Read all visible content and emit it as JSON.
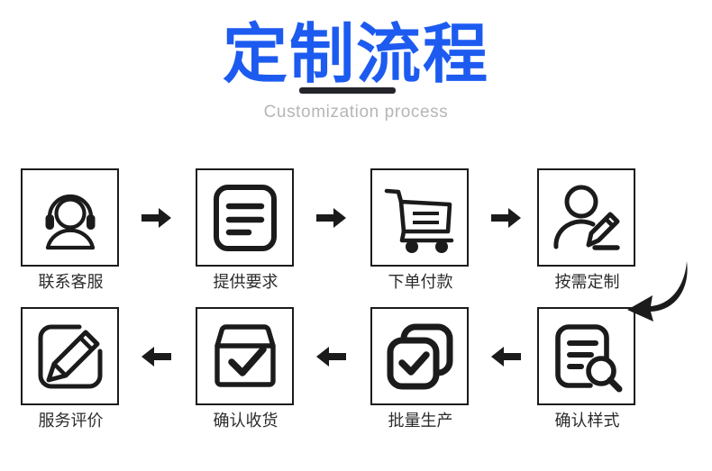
{
  "header": {
    "title": "定制流程",
    "subtitle": "Customization process",
    "title_color": "#1d5bf0",
    "underline_color": "#24242b",
    "subtitle_color": "#b6b6b6"
  },
  "flow": {
    "steps": [
      {
        "id": "contact-service",
        "label": "联系客服",
        "icon": "headset-person-icon",
        "row": 1,
        "col": 1
      },
      {
        "id": "provide-requirements",
        "label": "提供要求",
        "icon": "document-lines-icon",
        "row": 1,
        "col": 2
      },
      {
        "id": "place-order-pay",
        "label": "下单付款",
        "icon": "shopping-cart-icon",
        "row": 1,
        "col": 3
      },
      {
        "id": "custom-on-demand",
        "label": "按需定制",
        "icon": "person-pencil-icon",
        "row": 1,
        "col": 4
      },
      {
        "id": "service-review",
        "label": "服务评价",
        "icon": "pencil-edit-square-icon",
        "row": 2,
        "col": 1
      },
      {
        "id": "confirm-receipt",
        "label": "确认收货",
        "icon": "box-check-icon",
        "row": 2,
        "col": 2
      },
      {
        "id": "mass-production",
        "label": "批量生产",
        "icon": "copy-check-icon",
        "row": 2,
        "col": 3
      },
      {
        "id": "confirm-style",
        "label": "确认样式",
        "icon": "document-search-icon",
        "row": 2,
        "col": 4
      }
    ],
    "arrows": [
      {
        "id": "arrow-1",
        "direction": "right"
      },
      {
        "id": "arrow-2",
        "direction": "right"
      },
      {
        "id": "arrow-3",
        "direction": "right"
      },
      {
        "id": "arrow-4",
        "direction": "left"
      },
      {
        "id": "arrow-5",
        "direction": "left"
      },
      {
        "id": "arrow-6",
        "direction": "left"
      },
      {
        "id": "arrow-turn",
        "direction": "curved-down-left"
      }
    ],
    "icon_color": "#1b1b1b",
    "box_border_color": "#1b1b1b",
    "label_color": "#2b2b2b"
  }
}
